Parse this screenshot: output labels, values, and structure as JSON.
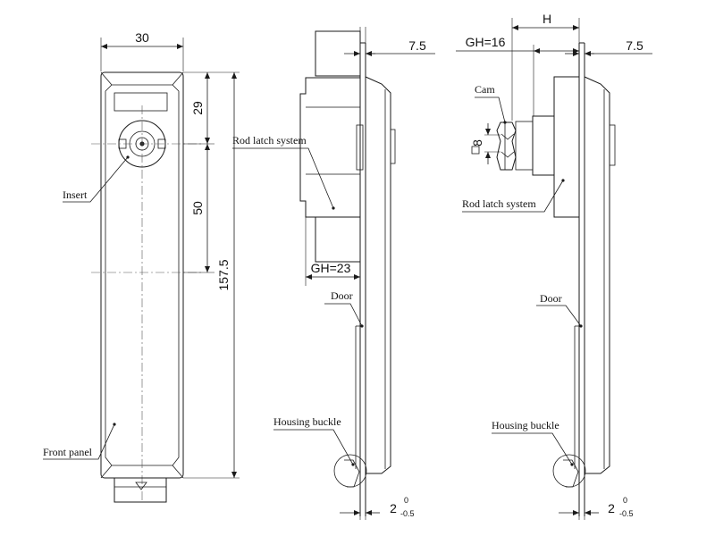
{
  "dimensions": {
    "width_30": "30",
    "h29": "29",
    "h50": "50",
    "h157_5": "157.5",
    "t7_5_mid": "7.5",
    "gh23": "GH=23",
    "h_label": "H",
    "gh16": "GH=16",
    "t7_5_right": "7.5",
    "cam8": "8",
    "gap2_mid": "2",
    "tol_up_mid": "0",
    "tol_low_mid": "-0.5",
    "gap2_right": "2",
    "tol_up_right": "0",
    "tol_low_right": "-0.5"
  },
  "labels": {
    "insert": "Insert",
    "front_panel": "Front panel",
    "rod_latch_mid": "Rod latch system",
    "door_mid": "Door",
    "housing_buckle_mid": "Housing buckle",
    "cam": "Cam",
    "rod_latch_right": "Rod latch system",
    "door_right": "Door",
    "housing_buckle_right": "Housing buckle"
  }
}
